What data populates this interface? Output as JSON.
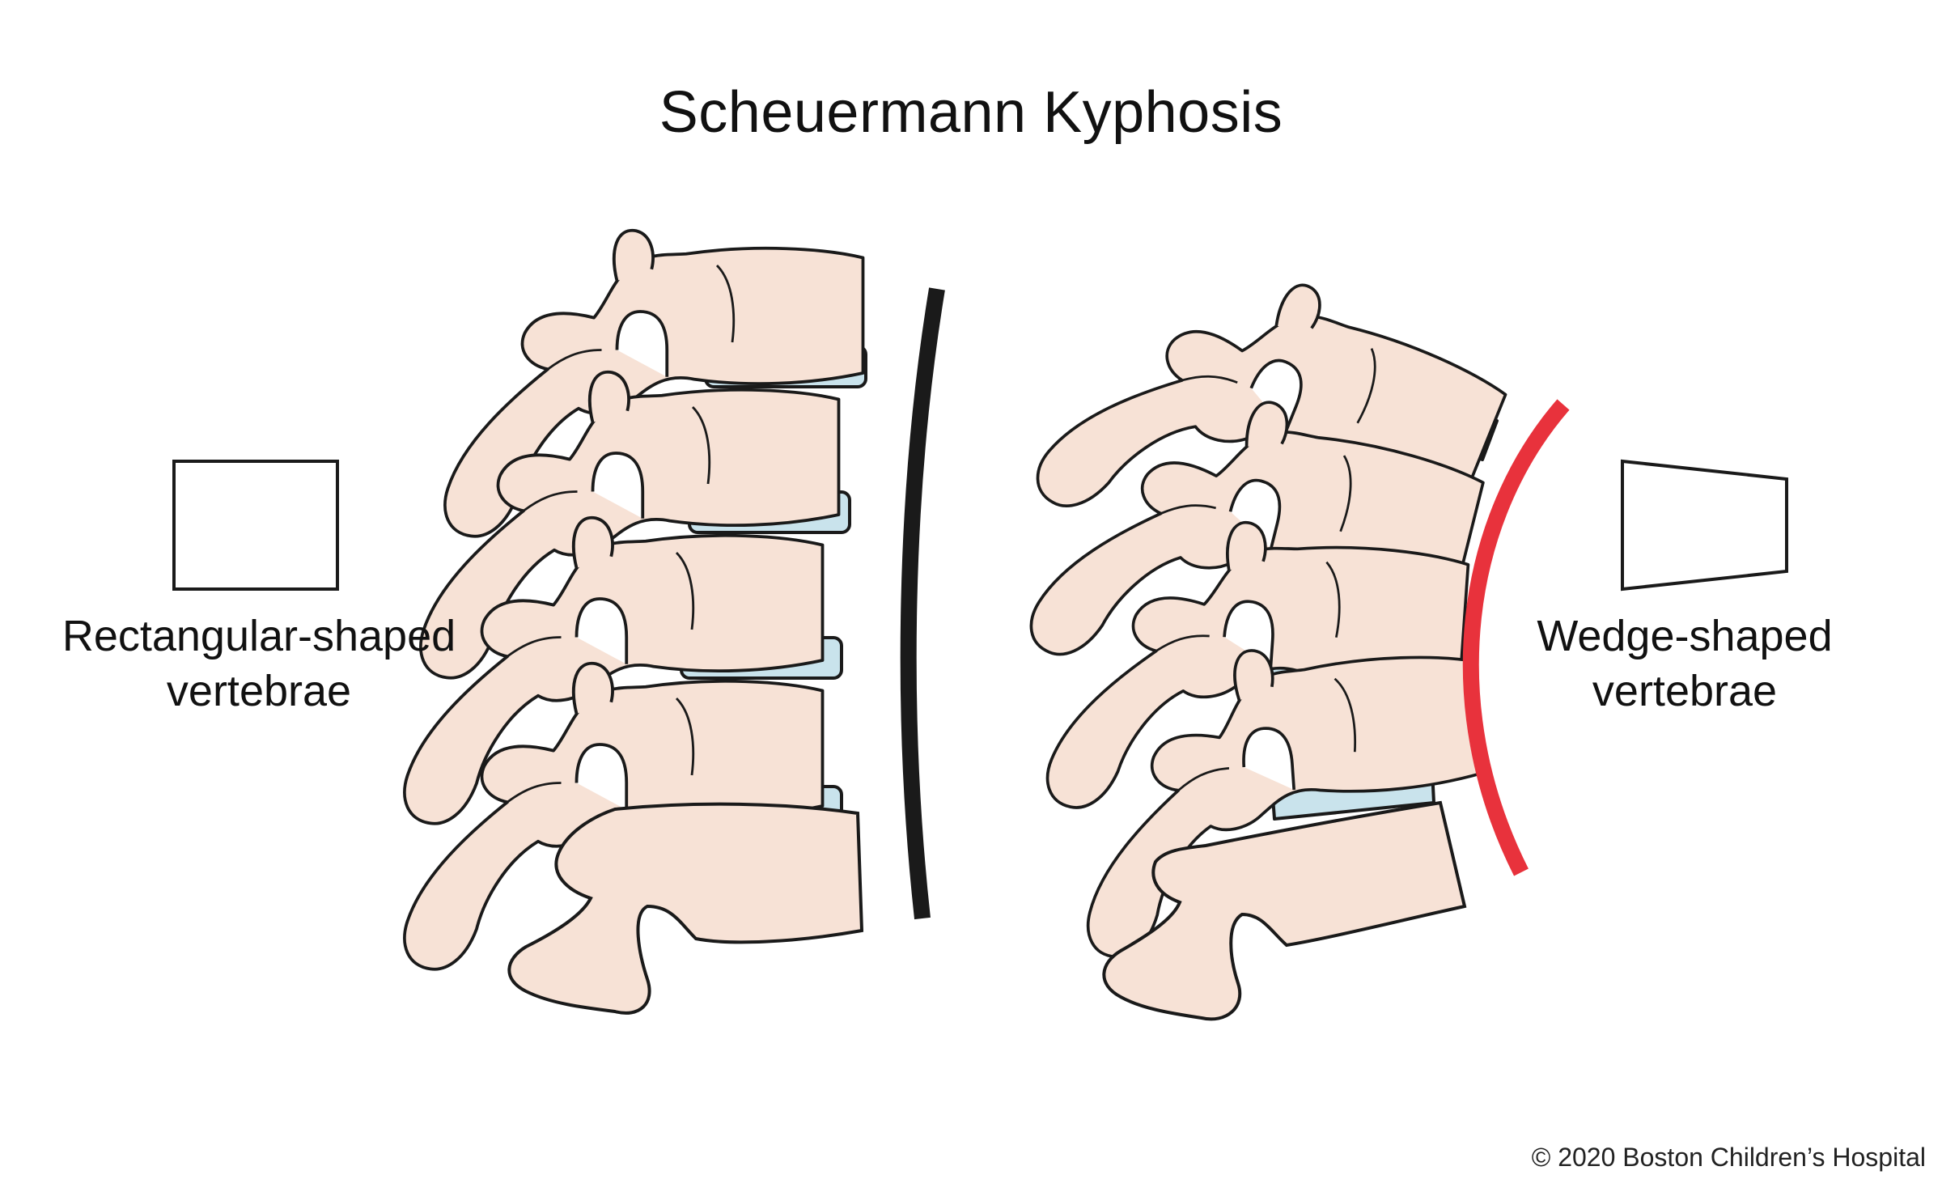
{
  "title": "Scheuermann Kyphosis",
  "left_panel": {
    "caption_line1": "Rectangular-shaped",
    "caption_line2": "vertebrae",
    "curve_color": "#1a1a1a",
    "shape": "rectangle"
  },
  "right_panel": {
    "caption_line1": "Wedge-shaped",
    "caption_line2": "vertebrae",
    "curve_color": "#e8323c",
    "shape": "trapezoid"
  },
  "colors": {
    "bone_fill": "#f7e2d6",
    "bone_stroke": "#1a1a1a",
    "disc_fill": "#c9e3ec"
  },
  "copyright": "© 2020 Boston Children’s Hospital"
}
